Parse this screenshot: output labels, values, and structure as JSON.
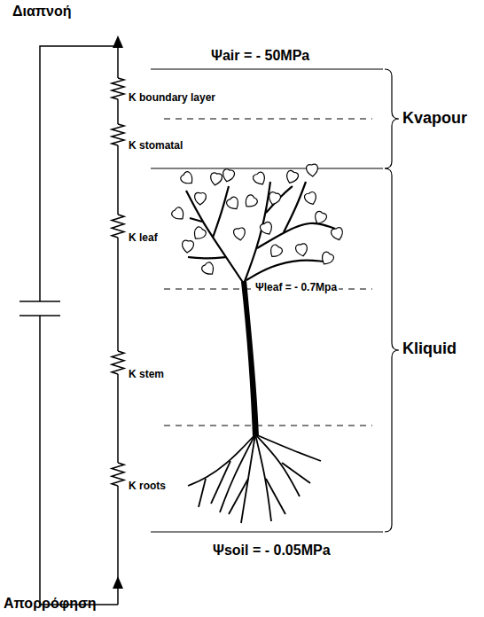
{
  "diagram": {
    "labels": [
      "Διαπνοή",
      "Ψair = - 50MPa",
      "K boundary layer",
      "K stomatal",
      "Kvapour",
      "K leaf",
      "Ψleaf = - 0.7Mpa",
      "Kliquid",
      "K stem",
      "K roots",
      "Ψsoil = - 0.05MPa",
      "Απορρόφηση"
    ]
  }
}
